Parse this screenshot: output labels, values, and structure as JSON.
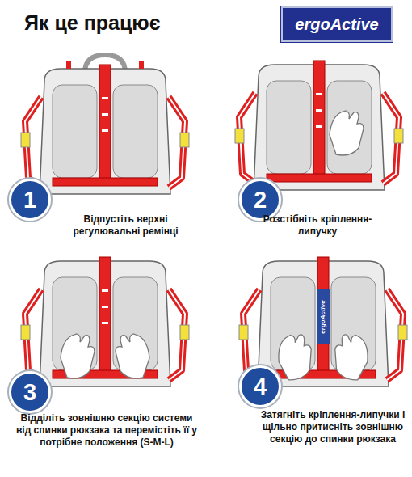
{
  "diagram": {
    "title": "Як це працює",
    "nodes": [
      {
        "text": [
          "ergoActive"
        ]
      },
      {
        "text": [
          "1"
        ]
      },
      {
        "text": [
          "2"
        ]
      },
      {
        "text": [
          "3"
        ]
      },
      {
        "text": [
          "4"
        ]
      }
    ],
    "labels": [
      "Відпустіть верхні регулювальні ремінці",
      "Розстібніть кріплення-липучку",
      "Відділіть зовнішню секцію системи від спинки рюкзака та перемістіть її у потрібне положення (S-M-L)",
      "Затягніть кріплення-липучки і щільно притисніть зовнішню секцію до спинки рюкзака",
      "ergoActive"
    ]
  }
}
